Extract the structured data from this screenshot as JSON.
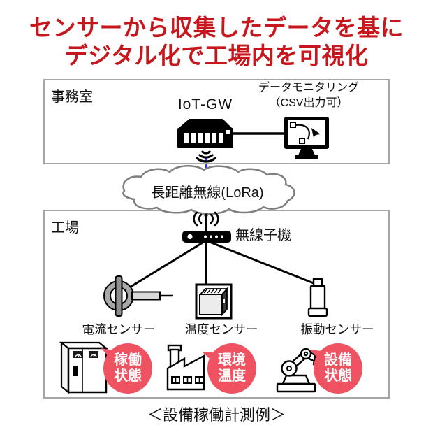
{
  "title": {
    "line1": "センサーから収集したデータを基に",
    "line2": "デジタル化で工場内を可視化"
  },
  "office_box": {
    "label": "事務室",
    "gateway_label": "IoT-GW",
    "monitor_caption_line1": "データモニタリング",
    "monitor_caption_line2": "（CSV出力可）"
  },
  "cloud": {
    "label": "長距離無線(LoRa)"
  },
  "factory_box": {
    "label": "工場",
    "receiver_label": "無線子機",
    "sensors": [
      {
        "label": "電流センサー"
      },
      {
        "label": "温度センサー"
      },
      {
        "label": "振動センサー"
      }
    ],
    "callouts": [
      {
        "line1": "稼働",
        "line2": "状態"
      },
      {
        "line1": "環境",
        "line2": "温度"
      },
      {
        "line1": "設備",
        "line2": "状態"
      }
    ]
  },
  "caption": "＜設備稼働計測例＞",
  "colors": {
    "title": "#c8161d",
    "callout": "#ef5261",
    "border": "#a6a6a6",
    "cloud_outline": "#7f7f7f",
    "wireless_link": "#3333ee",
    "icon": "#000000"
  }
}
